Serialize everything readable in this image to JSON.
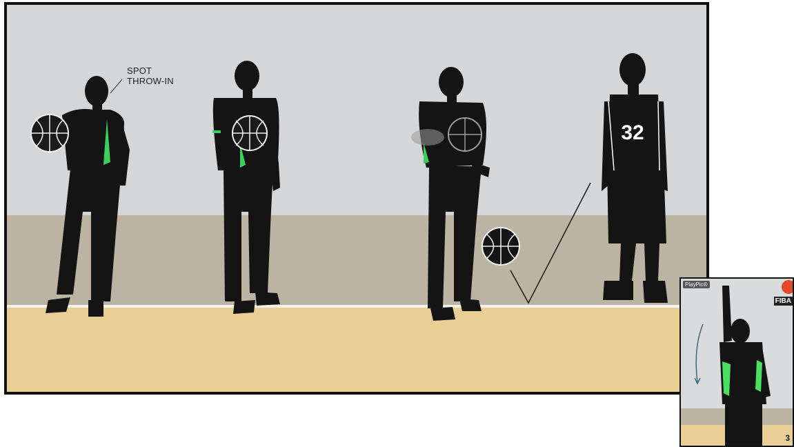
{
  "main_illustration": {
    "callout_line1": "SPOT",
    "callout_line2": "THROW-IN",
    "jersey_number": "32"
  },
  "inset_card": {
    "brand": "PlayPic®",
    "logo_text": "FIBA",
    "page_number": "3"
  },
  "colors": {
    "wall": "#d4d6d8",
    "wainscot": "#bdb3a2",
    "floor": "#e9cf96",
    "silhouette": "#141414",
    "accent_green": "#3ccf5a"
  }
}
